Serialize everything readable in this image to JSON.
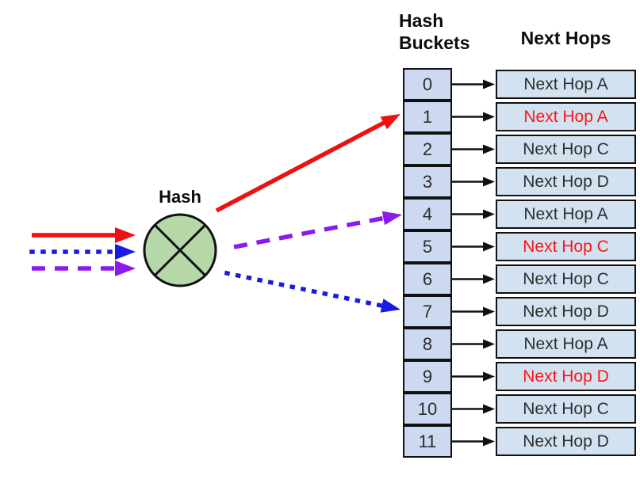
{
  "titles": {
    "hash_buckets": "Hash Buckets",
    "next_hops": "Next Hops",
    "hash_node": "Hash"
  },
  "hash_node": {
    "label": "Hash",
    "shape": "circle-with-x",
    "fill": "#b6d7a8",
    "stroke": "#111111"
  },
  "table": {
    "bucket_header": "Hash Buckets",
    "hop_header": "Next Hops",
    "rows": [
      {
        "bucket": "0",
        "next_hop": "Next Hop A",
        "highlight": false
      },
      {
        "bucket": "1",
        "next_hop": "Next Hop A",
        "highlight": true
      },
      {
        "bucket": "2",
        "next_hop": "Next Hop C",
        "highlight": false
      },
      {
        "bucket": "3",
        "next_hop": "Next Hop D",
        "highlight": false
      },
      {
        "bucket": "4",
        "next_hop": "Next Hop A",
        "highlight": false
      },
      {
        "bucket": "5",
        "next_hop": "Next Hop C",
        "highlight": true
      },
      {
        "bucket": "6",
        "next_hop": "Next Hop C",
        "highlight": false
      },
      {
        "bucket": "7",
        "next_hop": "Next Hop D",
        "highlight": false
      },
      {
        "bucket": "8",
        "next_hop": "Next Hop A",
        "highlight": false
      },
      {
        "bucket": "9",
        "next_hop": "Next Hop D",
        "highlight": true
      },
      {
        "bucket": "10",
        "next_hop": "Next Hop C",
        "highlight": false
      },
      {
        "bucket": "11",
        "next_hop": "Next Hop D",
        "highlight": false
      }
    ]
  },
  "flows": [
    {
      "name": "flow-red",
      "line_style": "solid",
      "color": "#ee1111",
      "target_bucket": "1"
    },
    {
      "name": "flow-blue",
      "line_style": "dotted",
      "color": "#1a1ae0",
      "target_bucket": "7"
    },
    {
      "name": "flow-purple",
      "line_style": "dashed",
      "color": "#8c1aee",
      "target_bucket": "4"
    }
  ],
  "colors": {
    "bucket_fill": "#ccd9f1",
    "hop_fill": "#d3e2f1",
    "highlight_text": "#fe1414",
    "node_fill": "#b6d7a8",
    "line_black": "#111111"
  }
}
